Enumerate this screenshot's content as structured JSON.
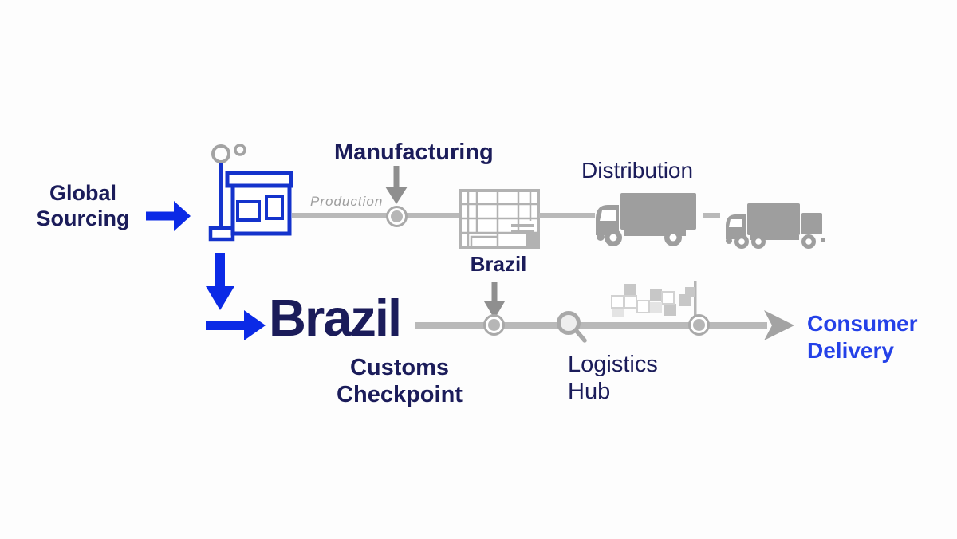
{
  "colors": {
    "navy": "#1b1c5a",
    "arrow_blue": "#0b2ae6",
    "consumer_blue": "#2441e8",
    "building_blue": "#1433cc",
    "line_gray": "#b9b9b9",
    "icon_gray": "#9e9e9e",
    "arrow_gray": "#8f8f8f",
    "node_gray": "#a9a9a9",
    "text_gray": "#9e9e9e",
    "background": "#fdfdfd"
  },
  "flow": {
    "global_sourcing": {
      "lines": [
        "Global",
        "Sourcing"
      ]
    },
    "manufacturing": {
      "label": "Manufacturing",
      "process_label": "Production"
    },
    "warehouse_brazil": {
      "label": "Brazil"
    },
    "distribution": {
      "label": "Distribution"
    },
    "brazil_entry": {
      "label": "Brazil",
      "checkpoint_lines": [
        "Customs",
        "Checkpoint"
      ]
    },
    "logistics_hub": {
      "lines": [
        "Logistics",
        "Hub"
      ]
    },
    "consumer_delivery": {
      "lines": [
        "Consumer",
        "Delivery"
      ]
    }
  },
  "icons": {
    "sourcing_station": "store-building-icon",
    "production_node": "process-node-icon",
    "warehouse": "warehouse-grid-icon",
    "truck_large": "delivery-truck-icon",
    "truck_small": "delivery-truck-icon",
    "customs_node": "process-node-icon",
    "inspection": "magnifier-icon",
    "checkered_flag": "checkered-flag-icon",
    "delivery_node": "process-node-icon"
  }
}
